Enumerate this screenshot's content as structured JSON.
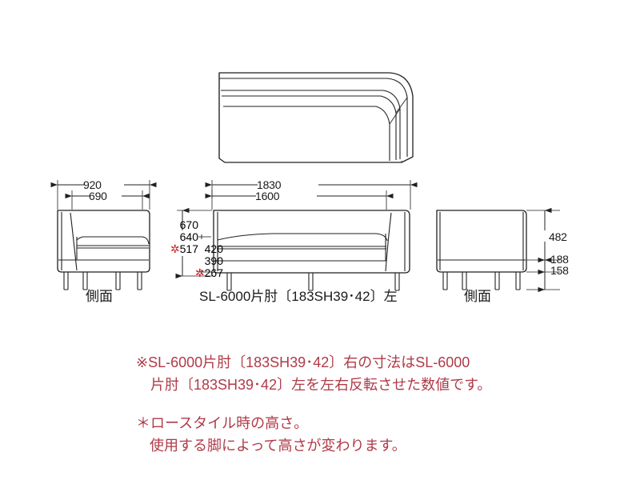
{
  "sheet": {
    "background": "#ffffff",
    "line_color": "#231f20",
    "note_color": "#b03a48",
    "star_color": "#cc2222"
  },
  "views": {
    "plan": {
      "name": "corner-sofa-plan-view"
    },
    "left_elevation": {
      "label": "側面",
      "dimensions": {
        "overall_depth": "920",
        "seat_depth": "690"
      }
    },
    "front_elevation": {
      "label": "SL-6000片肘〔183SH39･42〕左",
      "dimensions": {
        "overall_width": "1830",
        "inner_width": "1600",
        "back_height": "670",
        "arm_height": "640",
        "low_back_height": "517",
        "seat_height_a": "420",
        "seat_height_b": "390",
        "low_seat_height": "267"
      },
      "star_marks": {
        "low_back_height": "✲",
        "low_seat_height": "✲"
      }
    },
    "right_elevation": {
      "label": "側面",
      "dimensions": {
        "body_height": "482",
        "leg_height_a": "188",
        "leg_height_b": "158"
      }
    }
  },
  "notes": {
    "note1": {
      "line1": "※SL-6000片肘〔183SH39･42〕右の寸法はSL-6000",
      "line2": "片肘〔183SH39･42〕左を左右反転させた数値です。"
    },
    "note2": {
      "line1": "＊ロースタイル時の高さ。",
      "line2": "使用する脚によって高さが変わります。"
    }
  }
}
